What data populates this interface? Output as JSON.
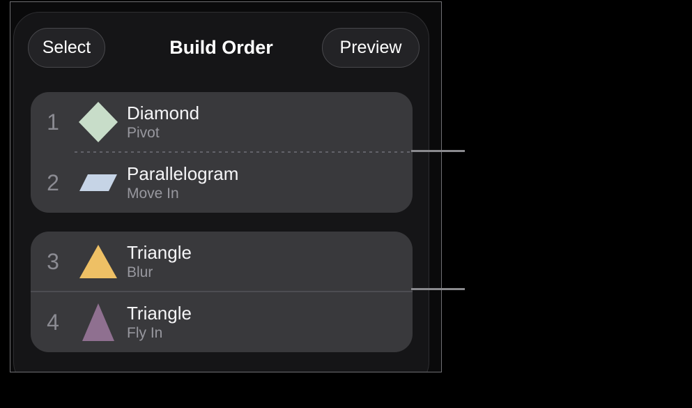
{
  "header": {
    "select_label": "Select",
    "title": "Build Order",
    "preview_label": "Preview"
  },
  "groups": [
    {
      "divider_style": "dotted",
      "items": [
        {
          "order": "1",
          "shape": "diamond",
          "shape_color": "#c8ddc9",
          "title": "Diamond",
          "effect": "Pivot"
        },
        {
          "order": "2",
          "shape": "parallelogram",
          "shape_color": "#c6d4e6",
          "title": "Parallelogram",
          "effect": "Move In"
        }
      ]
    },
    {
      "divider_style": "solid",
      "items": [
        {
          "order": "3",
          "shape": "triangle",
          "shape_color": "#eec065",
          "title": "Triangle",
          "effect": "Blur"
        },
        {
          "order": "4",
          "shape": "triangle",
          "shape_color": "#8f7090",
          "title": "Triangle",
          "effect": "Fly In"
        }
      ]
    }
  ],
  "colors": {
    "sheet_background": "#151517",
    "group_background": "#39393c",
    "callout_line": "#8a8a8e"
  }
}
